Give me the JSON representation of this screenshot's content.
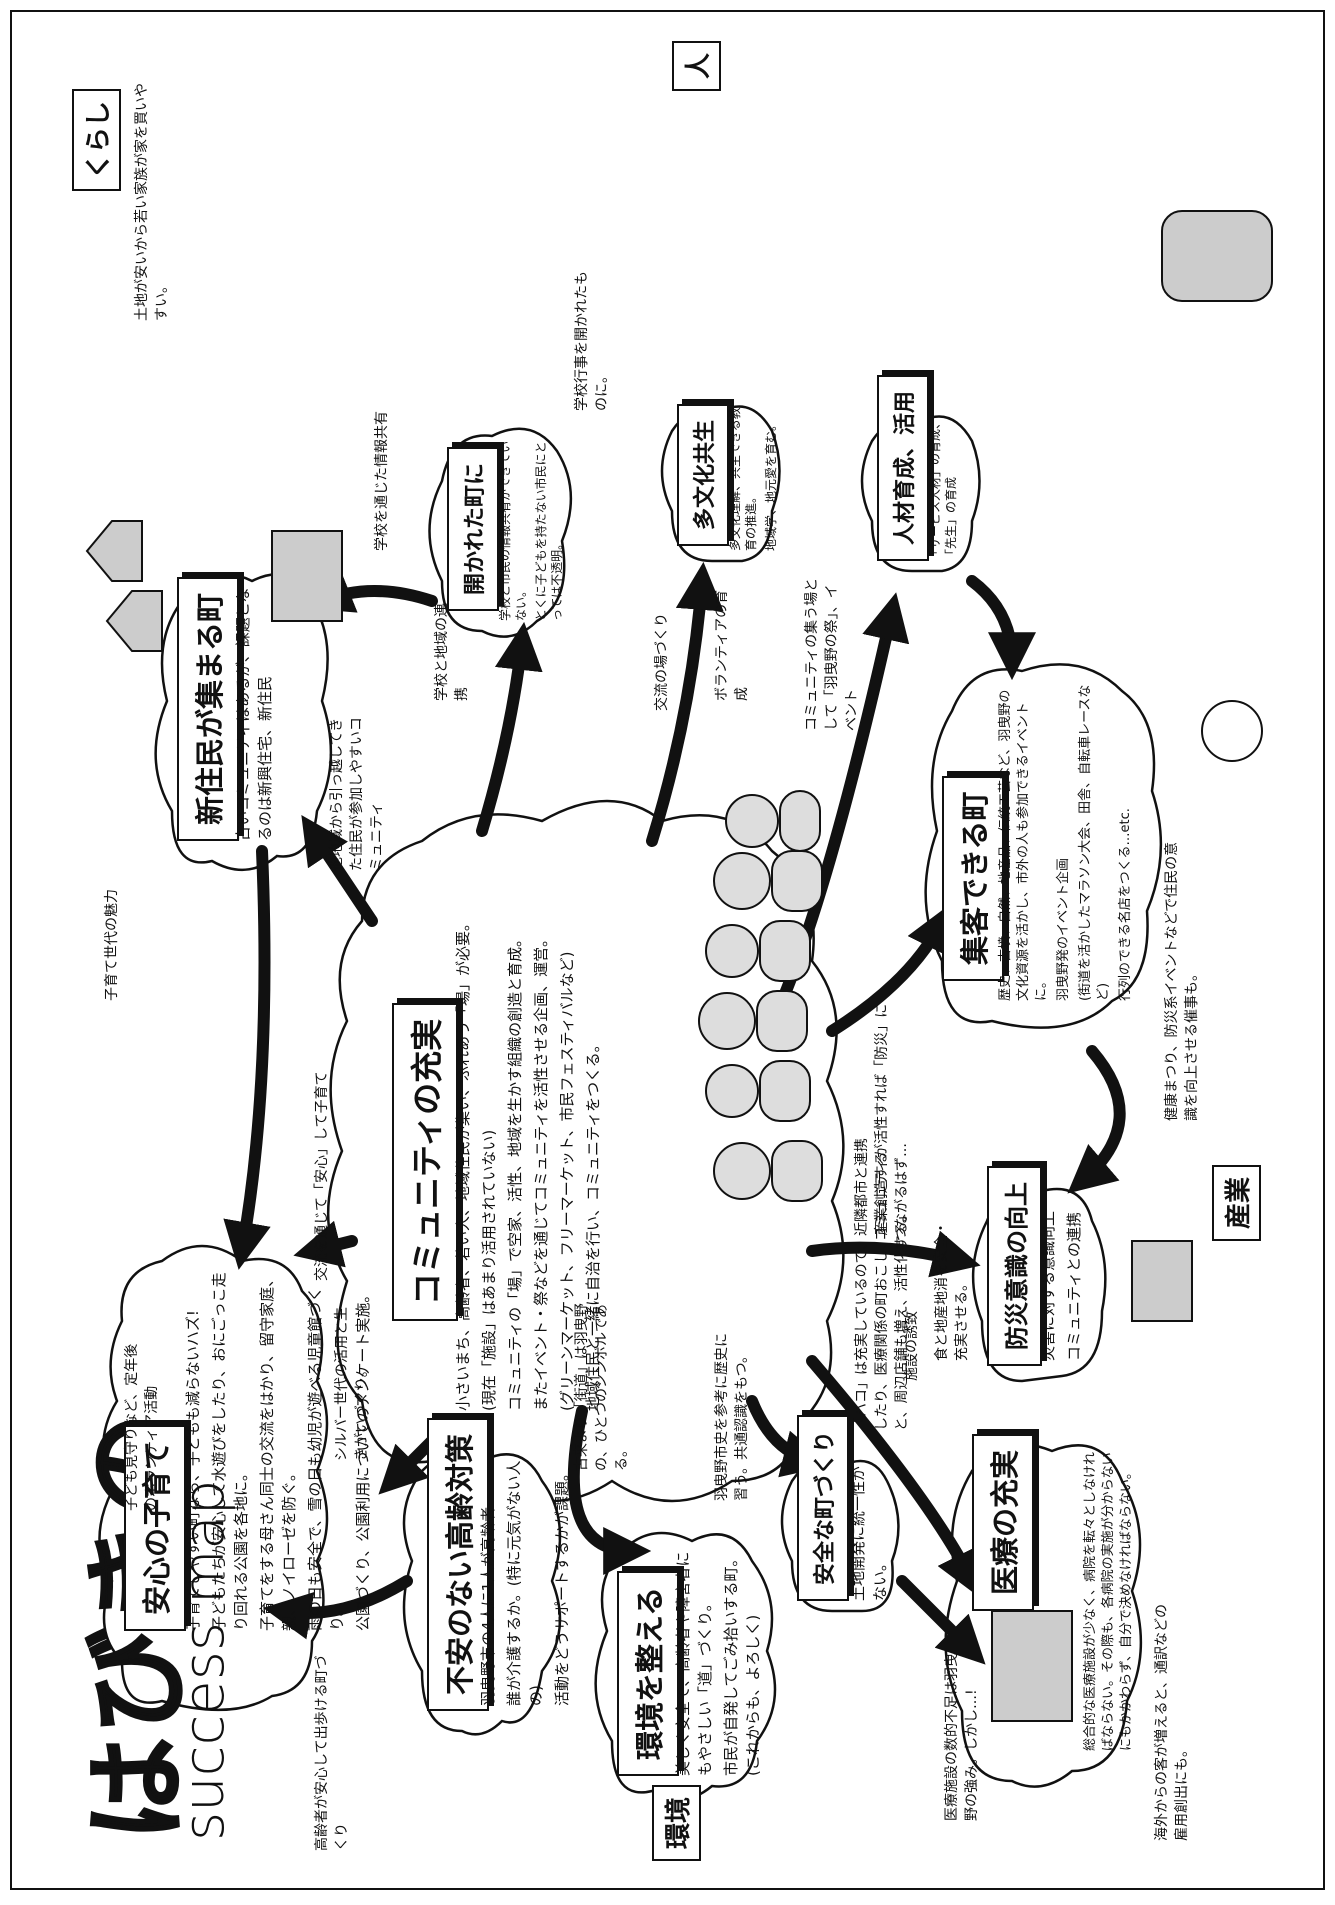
{
  "title": {
    "main": "はびきの",
    "sub": "success map"
  },
  "tags": {
    "kurashi": "くらし",
    "hito": "人",
    "kankyo": "環境",
    "sangyo": "産業"
  },
  "center": {
    "title": "コミュニティの充実",
    "bullets": [
      "小さいまち、高齢者、若い人、地域住民が集い、ふれあう「場」が必要。",
      "(現在「施設」はあまり活用されていない)",
      "コミュニティの「場」で空家、活性、地域を生かす組織の創造と育成。",
      "またイベント・祭などを通じてコミュニティを活性させる企画、運営。",
      "(グリーンマーケット、フリーマーケット、市民フェスティバルなど)",
      "地域住民と一緒に自治を行い、コミュニティをつくる。"
    ]
  },
  "nodes": {
    "kosodate": {
      "title": "安心の子育て",
      "bullets": [
        "子育てしやすい町なら、子どもも減らないハズ!",
        "子どもたちが安心して水遊びをしたり、おにごっこ走り回れる公園を各地に。",
        "子育てをする母さん同士の交流をはかり、留守家庭、親、ノイローゼを防ぐ。",
        "雨の日も安全で、雪の日も幼児が遊べる児童館づくり。",
        "公園づくり、公園利用についてのアンケート実施。"
      ]
    },
    "koureika": {
      "title": "不安のない高齢対策",
      "bullets": [
        "羽曳野市の4人に1人が高齢者",
        "誰が介護するか。(特に元気がない人の)",
        "活動をどうサポートするかが課題。"
      ]
    },
    "kankyo": {
      "title": "環境を整える",
      "bullets": [
        "美しく安全で、高齢者や障害者にもやさしい「道」づくり。",
        "市民が自発してごみ拾いする町。(これからも、よろしく)"
      ]
    },
    "anzen": {
      "title": "安全な町づくり",
      "bullets": [
        "土地開発に統一性がない。"
      ]
    },
    "iryo": {
      "title": "医療の充実",
      "bullets": [
        "総合的な医療施設が少なく、病院を転々としなければならない。その際も、各病院の実施が分からないにもかかわらず、自分で決めなければならない。"
      ]
    },
    "bousai": {
      "title": "防災意識の向上",
      "bullets": [
        "災害に対する意識向上",
        "コミュニティとの連携"
      ]
    },
    "shuukyaku": {
      "title": "集客できる町",
      "bullets": [
        "歴史、古墳、自然、地産品、伝統工芸など、羽曳野の文化資源を活かし、市外の人も参加できるイベントに。",
        "羽曳野発のイベント企画",
        "(街道を活かしたマラソン大会、田舎、自転車レースなど)",
        "行列のできる名店をつくる…etc."
      ]
    },
    "jinzai": {
      "title": "人材育成、活用",
      "bullets": [
        "「サービス人材」の育成、「先生」の育成"
      ]
    },
    "tabunka": {
      "title": "多文化共生",
      "bullets": [
        "多文化理解、共生できる教育の推進。",
        "地域学、地元愛を育む。"
      ]
    },
    "hirakareta": {
      "title": "開かれた町に",
      "bullets": [
        "学校と市民の情報共有ができていない。",
        "とくに子どもを持たない市民にとっては不透明。"
      ]
    },
    "shinjumin": {
      "title": "新住民が集まる町",
      "bullets": [
        "古いコミュニティはあるが、課題となるのは新興住宅、新住民"
      ]
    }
  },
  "notes": {
    "kosodate_link": "子育て世代の魅力",
    "kouryu": "交流を通じて「安心」して子育て",
    "shinjumin_left": "他地域から引っ越してきた住民が参加しやすいコミュニティ",
    "gakko": "学校と地域の連携",
    "gakko_top": "学校を通じた情報共有",
    "gakko_right": "学校行事を開かれたものに。",
    "tochi": "土地が安いから若い家族が家を買いやすい。",
    "kouryu_basho": "交流の場づくり",
    "volunteer": "ボランティアの育成",
    "community_basho": "コミュニティの集う場として「羽曳野の祭」、イベント",
    "bousai_link": "コミュニティが活性すれば「防災」につながるはず…",
    "kenko": "健康まつり、防災系イベントなどで住民の意識を向上させる催事も。",
    "silver": "シルバー世代の活用と生きがいづくり。",
    "kaidou": "古来より「街道」は羽曳野の、ひとつのシンボルである。",
    "rekishi": "羽曳野市史を参考に歴史に習う。共通認識をもつ。",
    "kanko": "「ハコ」は充実しているので、近隣都市と連携したり、医療関係の町おこし、産業創造すると、周辺店舗も増え、活性化する。",
    "volunteer_left": "子ども見守りなど、定年後のボランティア活動",
    "koureisha_aruku": "高齢者が安心して出歩ける町づくり",
    "iryo_speech": "医療施設の数的不足は羽曳野の強み。しかし…!",
    "kaigai": "海外からの客が増えると、通訳などの雇用創出にも。",
    "shisetsu": "施設の誘致",
    "shoku": "食と地産地消を安全・充実させる。"
  }
}
